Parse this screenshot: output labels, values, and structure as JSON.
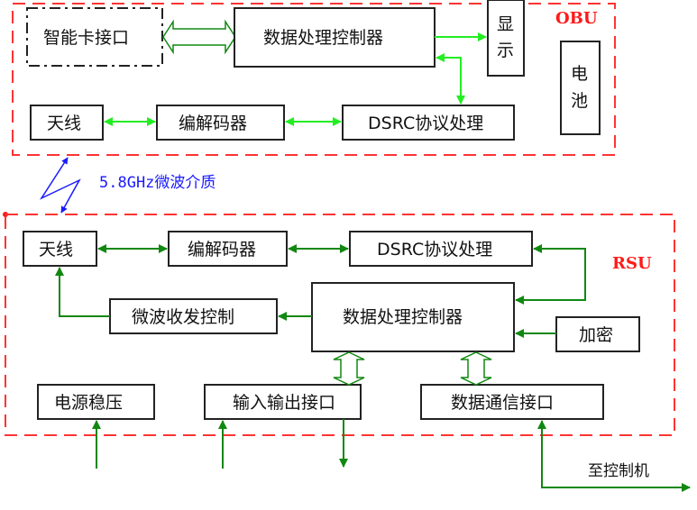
{
  "title": "OBU / RSU system block diagram",
  "colors": {
    "group_border": "#ff3333",
    "obu_arrow": "#22ee22",
    "rsu_arrow": "#118811",
    "wireless": "#1a1aff",
    "box_border": "#222222"
  },
  "obu": {
    "tag": "OBU",
    "smartcard": "智能卡接口",
    "controller": "数据处理控制器",
    "display": [
      "显",
      "示"
    ],
    "battery": [
      "电",
      "池"
    ],
    "antenna": "天线",
    "codec": "编解码器",
    "dsrc": "DSRC协议处理"
  },
  "wireless_label": "5.8GHz微波介质",
  "rsu": {
    "tag": "RSU",
    "antenna": "天线",
    "codec": "编解码器",
    "dsrc": "DSRC协议处理",
    "microwave_ctrl": "微波收发控制",
    "controller": "数据处理控制器",
    "encryption": "加密",
    "power": "电源稳压",
    "io": "输入输出接口",
    "comm": "数据通信接口"
  },
  "to_host_label": "至控制机"
}
